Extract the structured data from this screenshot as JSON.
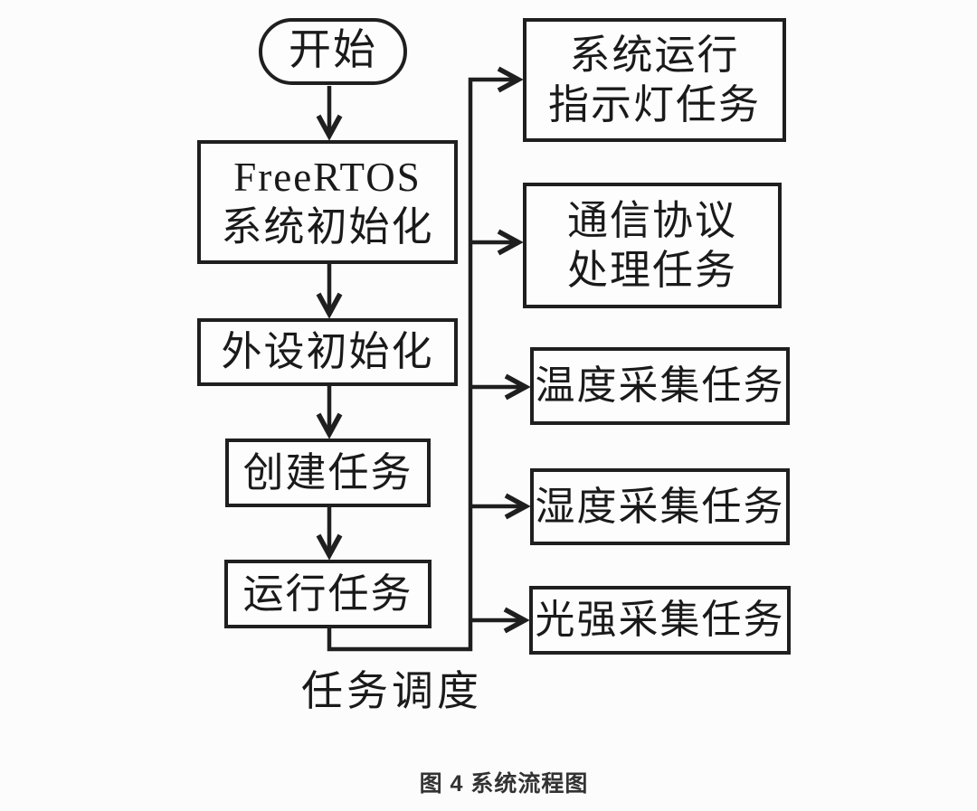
{
  "diagram": {
    "start": {
      "label": "开始"
    },
    "left_nodes": [
      {
        "id": "rtos-init",
        "lines": [
          "FreeRTOS",
          "系统初始化"
        ]
      },
      {
        "id": "periph-init",
        "lines": [
          "外设初始化"
        ]
      },
      {
        "id": "create-task",
        "lines": [
          "创建任务"
        ]
      },
      {
        "id": "run-task",
        "lines": [
          "运行任务"
        ]
      }
    ],
    "right_nodes": [
      {
        "id": "led-task",
        "lines": [
          "系统运行",
          "指示灯任务"
        ]
      },
      {
        "id": "comm-task",
        "lines": [
          "通信协议",
          "处理任务"
        ]
      },
      {
        "id": "temp-task",
        "lines": [
          "温度采集任务"
        ]
      },
      {
        "id": "humidity-task",
        "lines": [
          "湿度采集任务"
        ]
      },
      {
        "id": "light-task",
        "lines": [
          "光强采集任务"
        ]
      }
    ],
    "edge_label": "任务调度",
    "caption": "图 4 系统流程图",
    "colors": {
      "line": "#1f1f1f",
      "text": "#1a1a1a",
      "caption": "#333333",
      "background": "#fcfcfc"
    }
  }
}
